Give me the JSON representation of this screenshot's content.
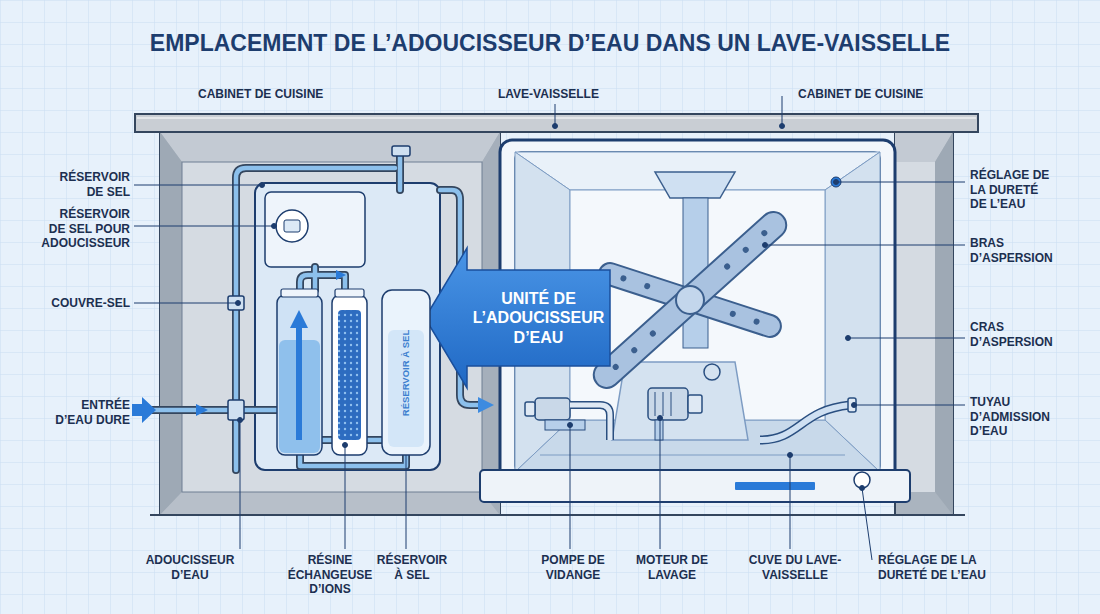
{
  "diagram": {
    "title": "EMPLACEMENT DE L’ADOUCISSEUR D’EAU DANS UN LAVE-VAISSELLE",
    "nodes": [
      {
        "text": [
          "UNITÉ DE L’ADOUCISSEUR D’EAU"
        ]
      },
      {
        "text": [
          "RÉSERVOIR À SEL"
        ]
      }
    ],
    "labels": [
      "CABINET DE CUISINE",
      "LAVE-VAISSELLE",
      "CABINET DE CUISINE",
      "RÉSERVOIR DE SEL",
      "RÉSERVOIR DE SEL POUR ADOUCISSEUR",
      "COUVRE-SEL",
      "ENTRÉE D’EAU DURE",
      "RÉGLAGE DE LA DURETÉ DE L’EAU",
      "BRAS D’ASPERSION",
      "CRAS D’ASPERSION",
      "TUYAU D’ADMISSION D’EAU",
      "ADOUCISSEUR D’EAU",
      "RÉSINE ÉCHANGEUSE D’IONS",
      "RÉSERVOIR À SEL",
      "POMPE DE VIDANGE",
      "MOTEUR DE LAVAGE",
      "CUVE DU LAVE-VAISSELLE",
      "RÉGLAGE DE LA DURETÉ DE L’EAU"
    ]
  }
}
